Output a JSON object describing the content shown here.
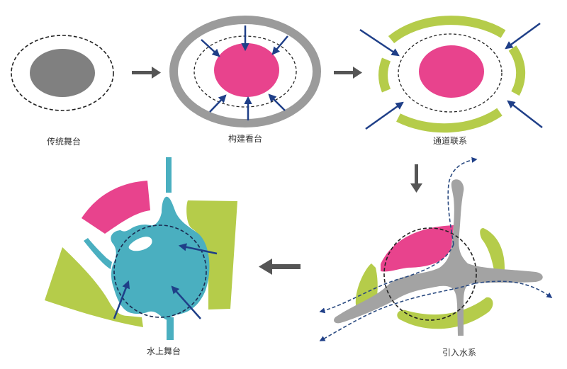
{
  "title": "水上舞台设计演变",
  "colors": {
    "stage_gray": "#808080",
    "seating_ring_gray": "#9b9b9b",
    "accent_pink": "#e8438d",
    "green": "#b5cc4a",
    "water_teal": "#4aafc0",
    "water_gray": "#a3a3a3",
    "arrow_blue": "#1f3f88",
    "flow_arrow_gray": "#555555",
    "dash_black": "#222222"
  },
  "steps": [
    {
      "id": "traditional-stage",
      "label": "传统舞台"
    },
    {
      "id": "build-seating",
      "label": "构建看台"
    },
    {
      "id": "passage-connection",
      "label": "通道联系"
    },
    {
      "id": "introduce-water",
      "label": "引入水系"
    },
    {
      "id": "water-stage",
      "label": "水上舞台"
    }
  ],
  "flow": [
    {
      "from": "传统舞台",
      "to": "构建看台",
      "direction": "right"
    },
    {
      "from": "构建看台",
      "to": "通道联系",
      "direction": "right"
    },
    {
      "from": "通道联系",
      "to": "引入水系",
      "direction": "down"
    },
    {
      "from": "引入水系",
      "to": "水上舞台",
      "direction": "left"
    }
  ]
}
